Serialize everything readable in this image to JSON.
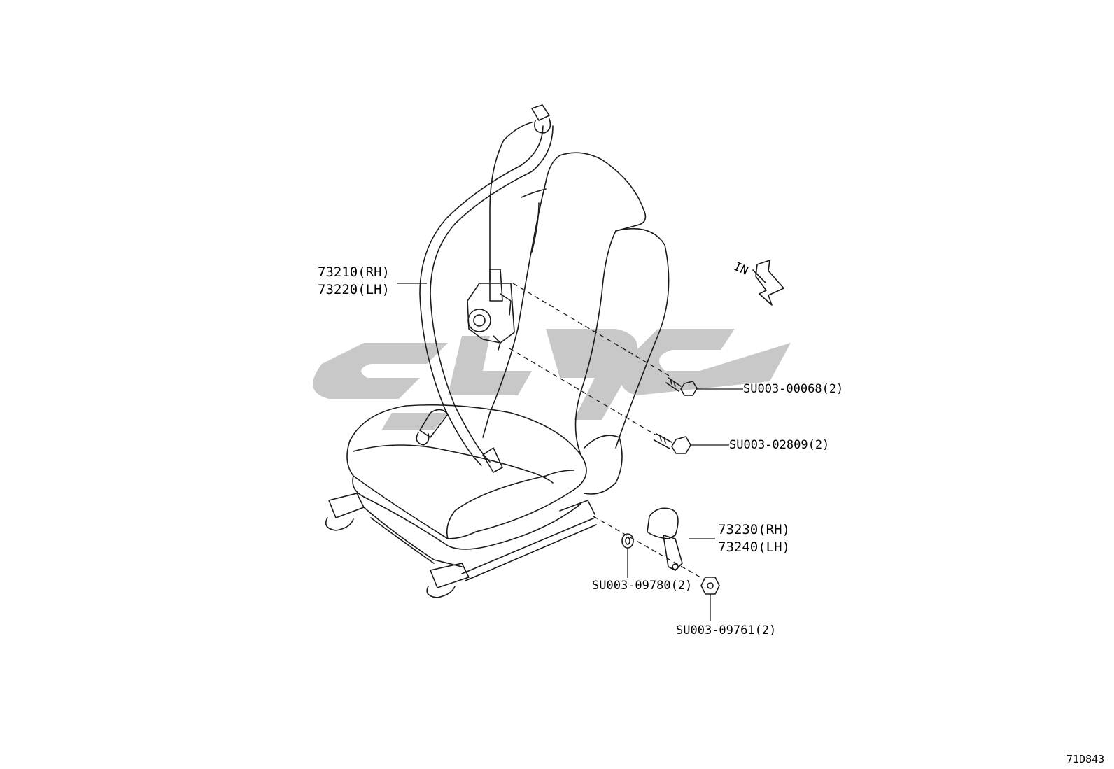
{
  "colors": {
    "line": "#1a1a1a",
    "watermark": "#c8c8c8",
    "background": "#ffffff"
  },
  "diagram_code": "71D843",
  "direction_label": "IN",
  "parts": {
    "shoulder_belt": {
      "rh": "73210(RH)",
      "lh": "73220(LH)"
    },
    "buckle": {
      "rh": "73230(RH)",
      "lh": "73240(LH)"
    }
  },
  "fasteners": {
    "bolt_upper": "SU003-00068(2)",
    "bolt_lower": "SU003-02809(2)",
    "washer": "SU003-09780(2)",
    "nut": "SU003-09761(2)"
  }
}
